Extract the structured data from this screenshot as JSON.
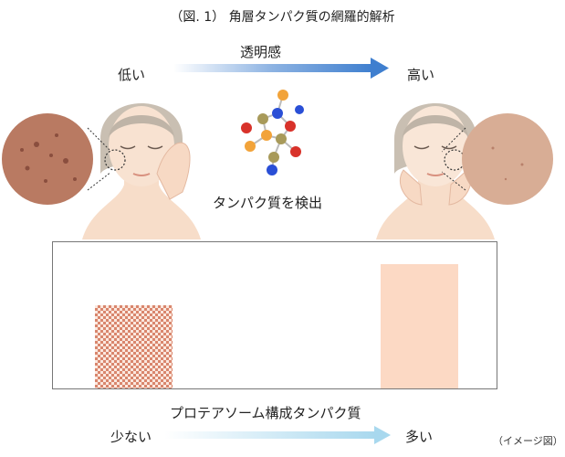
{
  "title": "（図. 1） 角層タンパク質の網羅的解析",
  "top_axis": {
    "label": "透明感",
    "low": "低い",
    "high": "高い",
    "arrow_color": "#3f7fcf"
  },
  "center_label": "タンパク質を検出",
  "bottom_axis": {
    "label": "プロテアソーム構成タンパク質",
    "low": "少ない",
    "high": "多い",
    "arrow_color": "#a8d8ee"
  },
  "note": "（イメージ図）",
  "colors": {
    "low_bar_pattern": "#d9866d",
    "high_bar": "#fcd9c4",
    "skin_low": "#b97a62",
    "skin_high": "#d8ad95",
    "molecule_blue": "#2a4fd6",
    "molecule_red": "#d8322a",
    "molecule_orange": "#f2a33a",
    "molecule_olive": "#a89a5a"
  },
  "chart_data": {
    "type": "bar",
    "categories": [
      "少ない",
      "多い"
    ],
    "values": [
      0.56,
      0.84
    ],
    "ylim": [
      0,
      1
    ],
    "grid": false
  }
}
